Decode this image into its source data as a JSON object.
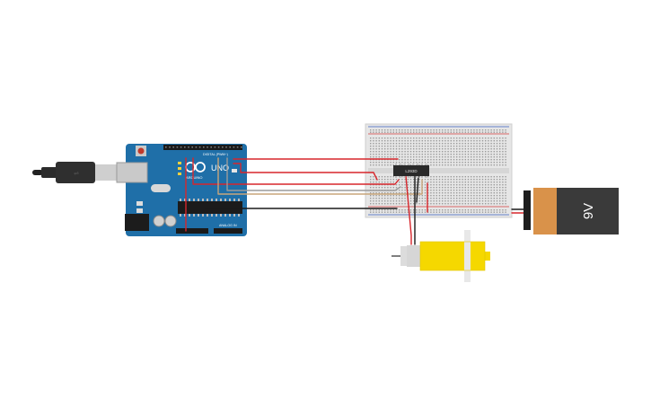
{
  "arduino": {
    "brand": "ARDUINO",
    "model": "UNO",
    "digital_label": "DIGITAL (PWM~)",
    "analog_label": "ANALOG IN",
    "board_color": "#1f6fa8"
  },
  "usb_cable": {
    "color": "#2b2b2b"
  },
  "breadboard": {
    "color": "#e6e6e6",
    "red_rail": "#d33a3a",
    "blue_rail": "#3a5fbf"
  },
  "ic_chip": {
    "label": "L293D"
  },
  "battery": {
    "label": "9V",
    "body_color": "#3a3a3a",
    "cap_color": "#d9924a"
  },
  "motor": {
    "body_color": "#f5d800"
  },
  "wires": {
    "red": "#d7262c",
    "black": "#1a1a1a",
    "tan": "#c8a57a",
    "gray": "#9b9b9b",
    "white": "#e9e9e9"
  }
}
